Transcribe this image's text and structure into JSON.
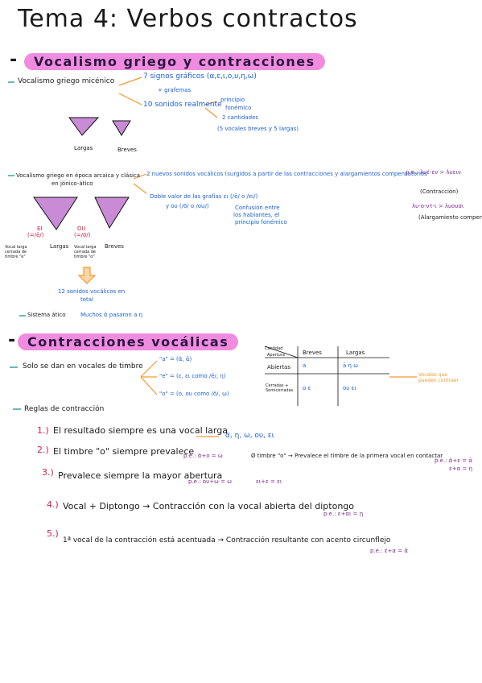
{
  "title": "Tema 4: Verbos contractos",
  "colors": {
    "highlight": "#f08ce0",
    "blue": "#1a5fd6",
    "orange": "#f29a2e",
    "teal": "#0a8c80",
    "purple": "#7a2a90",
    "red": "#d61a3a"
  },
  "section1": {
    "heading": "Vocalismo griego y contracciones",
    "mycenaean": {
      "label": "Vocalismo griego micénico",
      "branch1": "7 signos gráficos (α,ε,ι,ο,υ,η,ω)",
      "branch1_note": "+ grafemas",
      "branch2": "10 sonidos realmente",
      "branch2_sub1": "principio",
      "branch2_sub1b": "fonémico",
      "branch2_sub2": "2 cantidades",
      "branch2_note": "(5 vocales breves y 5 largas)",
      "triangle_long": "Largas",
      "triangle_short": "Breves"
    },
    "classical": {
      "label": "Vocalismo griego en época arcaica y clásica",
      "label2": "en jónico-ático",
      "branch1": "2 nuevos sonidos vocálicos (surgidos a partir de las contracciones y alargamientos compensatorios",
      "example_label": "p.e.:",
      "example1": "λυέ-εν > λυειν",
      "example1_note": "(Contracción)",
      "example2": "λυ-ο-ντ-ι > λυουσι",
      "example2_note": "(Alargamiento compensatorio)",
      "branch2": "Doble valor de las grafías ει (/ē/ o /ei/)",
      "branch2b": "y ου (/ō/ o /ou/)",
      "branch2_note": "Confusión entre",
      "branch2_note2": "los hablantes, el",
      "branch2_note3": "principio fonémico",
      "ei_label": "EI",
      "ei_value": "(=/ē/)",
      "ou_label": "OU",
      "ou_value": "(=/ō/)",
      "triangle_long": "Largas",
      "triangle_short": "Breves",
      "long_e_note": "Vocal larga cerrada de timbre \"e\"",
      "long_o_note": "Vocal larga cerrada de timbre \"o\"",
      "result": "12 sonidos vocálicos en",
      "result2": "total",
      "attic": "Sistema ático",
      "attic_result": "Muchos ᾱ pasaron a η"
    }
  },
  "section2": {
    "heading": "Contracciones vocálicas",
    "only_label": "Solo se dan en vocales de timbre",
    "timbre_a": "\"a\" = (ᾰ, ᾱ)",
    "timbre_e": "\"e\" = (ε, ει como /ē/, η)",
    "timbre_o": "\"o\" = (ο, ου como /ō/, ω)",
    "table": {
      "corner_top": "Cantidad",
      "corner_bottom": "Apertura",
      "col_breves": "Breves",
      "col_largas": "Largas",
      "row1": "Abiertas",
      "row1_breves": "a",
      "row1_largas": "ā η ω",
      "row2": "Cerradas + Semicerradas",
      "row2_breves": "ο ε",
      "row2_largas": "ου ει"
    },
    "side_note": "Vocales que pueden contraer",
    "rules_label": "Reglas de contracción",
    "rules": [
      {
        "num": "1.)",
        "text": "El resultado siempre es una vocal larga",
        "extra": "ᾱ, η, ω, ου, ει"
      },
      {
        "num": "2.)",
        "text": "El timbre \"o\" siempre prevalece",
        "extra": "p.e.: ᾰ+ο = ω",
        "extra2": "Ø timbre \"o\" → Prevalece el timbre de la primera vocal en contactar",
        "extra3": "p.e.: ᾰ+ε = ᾱ",
        "extra4": "ε+α = η"
      },
      {
        "num": "3.)",
        "text": "Prevalece siempre la mayor abertura",
        "extra": "p.e.: ου+ω = ω",
        "extra2": "ει+ε = ει"
      },
      {
        "num": "4.)",
        "text": "Vocal + Diptongo → Contracción con la vocal abierta del diptongo",
        "extra": "p.e.: ε+αι = ῃ"
      },
      {
        "num": "5.)",
        "text": "1ª vocal de la contracción está acentuada → Contracción resultante con acento circunflejo",
        "extra": "p.e.: έ+α = ᾶ"
      }
    ]
  }
}
